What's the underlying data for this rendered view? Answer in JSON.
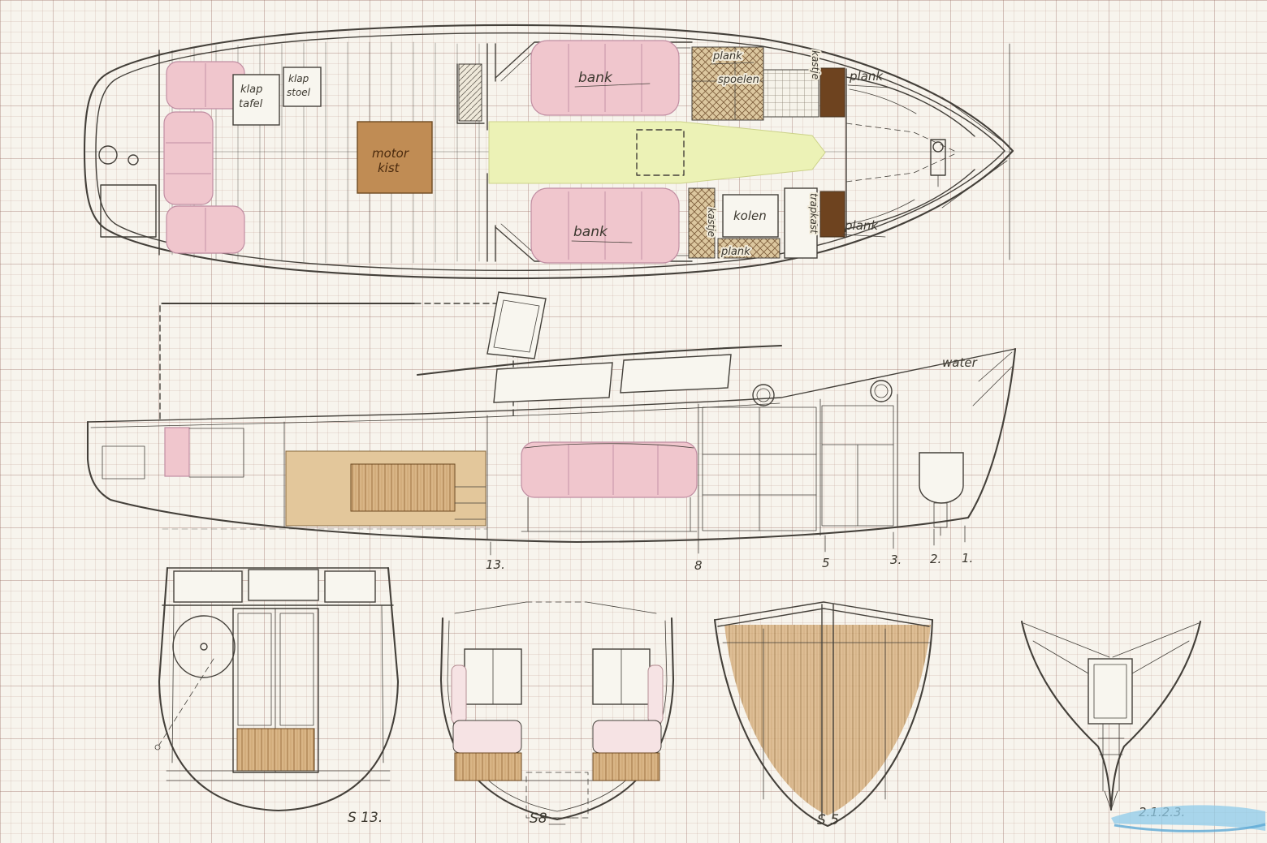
{
  "plan": {
    "klap_tafel_1": "klap",
    "klap_tafel_2": "tafel",
    "klap_stoel_1": "klap",
    "klap_stoel_2": "stoel",
    "motor_kist_1": "motor",
    "motor_kist_2": "kist",
    "bank_top": "bank",
    "bank_bottom": "bank",
    "plank_top_left": "plank",
    "spoelen": "spoelen",
    "kastje_top": "kastje",
    "plank_top_right": "plank",
    "kastje_bottom": "kastje",
    "kolen": "kolen",
    "plank_bottom_left": "plank",
    "trapkast": "trapkast",
    "plank_bottom_right": "plank"
  },
  "side": {
    "water": "water",
    "stations": [
      "13.",
      "8",
      "5",
      "3.",
      "2.",
      "1."
    ]
  },
  "sections": {
    "s13": "S 13.",
    "s8": "S8",
    "s5": "S 5",
    "bow": "2.1.2.3."
  },
  "colors": {
    "ink": "#44403a",
    "pink": "#f0c6cd",
    "green": "#ecf2b6",
    "wood": "#c08c54",
    "watermark_blue": "#8ecbe9"
  }
}
